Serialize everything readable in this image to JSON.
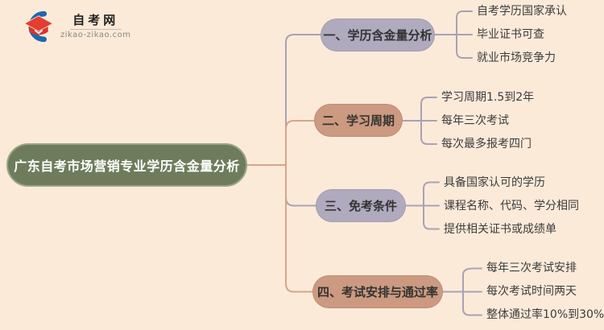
{
  "logo": {
    "site_name": "自考网",
    "site_domain": "zikao-zikao.com"
  },
  "main_topic": "广东自考市场营销专业学历含金量分析",
  "branches": [
    {
      "label": "一、学历含金量分析",
      "color": "#b0aabe",
      "items": [
        "自考学历国家承认",
        "毕业证书可查",
        "就业市场竞争力"
      ]
    },
    {
      "label": "二、学习周期",
      "color": "#cc9a80",
      "items": [
        "学习周期1.5到2年",
        "每年三次考试",
        "每次最多报考四门"
      ]
    },
    {
      "label": "三、免考条件",
      "color": "#b0aabe",
      "items": [
        "具备国家认可的学历",
        "课程名称、代码、学分相同",
        "提供相关证书或成绩单"
      ]
    },
    {
      "label": "四、考试安排与通过率",
      "color": "#cc9a80",
      "items": [
        "每年三次考试安排",
        "每次考试时间两天",
        "整体通过率10%到30%"
      ]
    }
  ],
  "colors": {
    "background": "#fcead9",
    "main_node": "#6e7c5c",
    "main_node_border": "#9aa686",
    "branch_lavender": "#b0aabe",
    "branch_tan": "#cc9a80",
    "line_lavender": "#a8a2b6",
    "line_tan": "#d4a68a",
    "logo_blue": "#1e68b2",
    "logo_red": "#e43d31"
  }
}
